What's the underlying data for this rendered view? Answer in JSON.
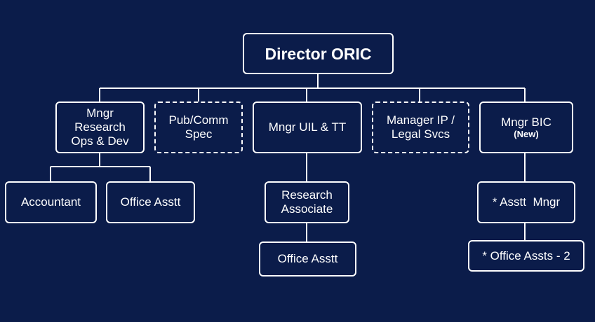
{
  "colors": {
    "background": "#0b1c4a",
    "line": "#ffffff",
    "text": "#ffffff"
  },
  "nodes": {
    "director": {
      "text": "Director ORIC"
    },
    "mngr_research": {
      "line1": "Mngr",
      "line2": "Research",
      "line3": "Ops & Dev"
    },
    "pub_comm": {
      "line1": "Pub/Comm",
      "line2": "Spec"
    },
    "mngr_uil": {
      "text": "Mngr UIL & TT"
    },
    "manager_ip": {
      "line1": "Manager IP /",
      "line2": "Legal Svcs"
    },
    "mngr_bic": {
      "line1": "Mngr BIC",
      "line2": "(New)"
    },
    "accountant": {
      "text": "Accountant"
    },
    "office_asst_1": {
      "text": "Office Asstt"
    },
    "research_associate": {
      "line1": "Research",
      "line2": "Associate"
    },
    "office_asst_2": {
      "text": "Office Asstt"
    },
    "asst_mngr": {
      "text": "* Asstt  Mngr"
    },
    "office_assts_2": {
      "text": "* Office Assts - 2"
    }
  }
}
